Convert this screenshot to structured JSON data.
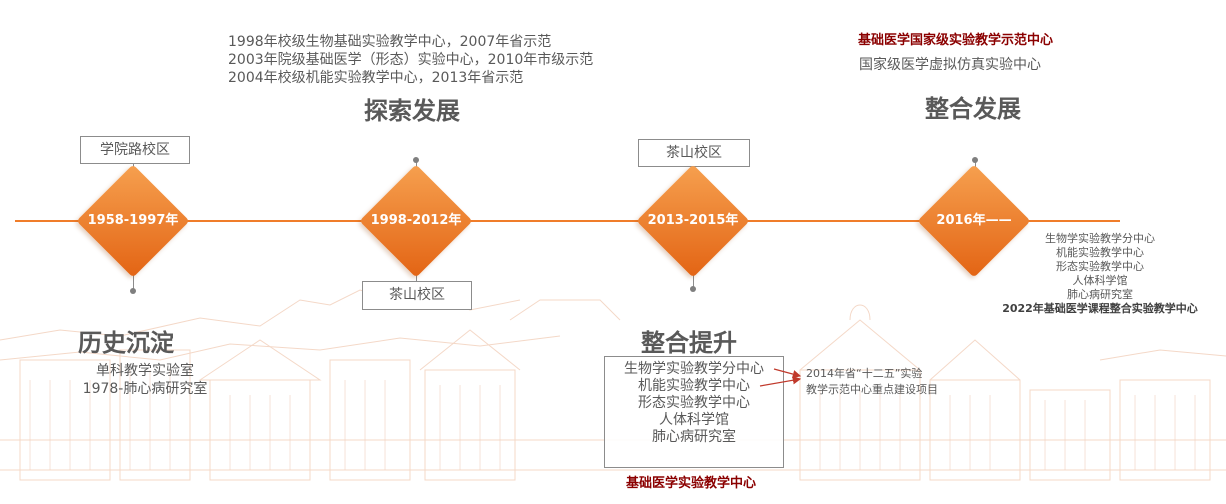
{
  "colors": {
    "accent": "#f07d2a",
    "accent_light": "#f6a04f",
    "accent_dark": "#e36414",
    "title_red": "#8b0000",
    "text_gray": "#595959",
    "arrow_red": "#c0392b"
  },
  "nodes": [
    {
      "label": "1958-1997年"
    },
    {
      "label": "1998-2012年"
    },
    {
      "label": "2013-2015年"
    },
    {
      "label": "2016年——"
    }
  ],
  "campus": {
    "c1": "学院路校区",
    "c2": "茶山校区",
    "c3": "茶山校区"
  },
  "stages": {
    "history": {
      "title": "历史沉淀",
      "lines": [
        "单科教学实验室",
        "1978-肺心病研究室"
      ]
    },
    "explore": {
      "title": "探索发展",
      "lines": [
        "1998年校级生物基础实验教学中心，2007年省示范",
        "2003年院级基础医学（形态）实验中心，2010年市级示范",
        "2004年校级机能实验教学中心，2013年省示范"
      ]
    },
    "upgrade": {
      "title": "整合提升",
      "box_lines": [
        "生物学实验教学分中心",
        "机能实验教学中心",
        "形态实验教学中心",
        "人体科学馆",
        "肺心病研究室"
      ],
      "footer": "基础医学实验教学中心",
      "note_lines": [
        "2014年省“十二五”实验",
        "教学示范中心重点建设项目"
      ]
    },
    "integrate": {
      "title": "整合发展",
      "red_title": "基础医学国家级实验教学示范中心",
      "subtitle": "国家级医学虚拟仿真实验中心",
      "list": [
        "生物学实验教学分中心",
        "机能实验教学中心",
        "形态实验教学中心",
        "人体科学馆",
        "肺心病研究室",
        "2022年基础医学课程整合实验教学中心"
      ]
    }
  }
}
